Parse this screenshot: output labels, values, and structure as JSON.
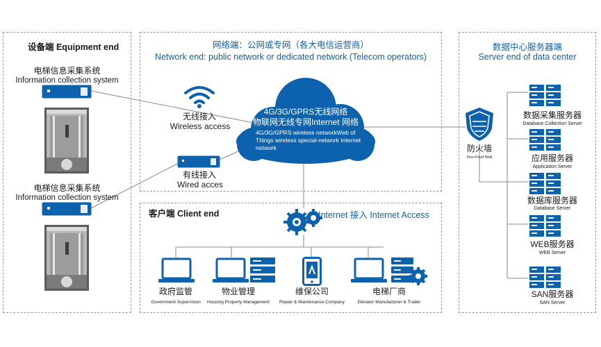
{
  "colors": {
    "primary": "#0d62ad",
    "accent": "#1a7ad0",
    "line": "#8a8a8a",
    "text": "#1a1a1a"
  },
  "equipment": {
    "title": "设备端 Equipment end",
    "system1_zh": "电梯信息采集系统",
    "system1_en": "Information collection system",
    "system2_zh": "电梯信息采集系统",
    "system2_en": "Information collection system"
  },
  "network": {
    "title_zh": "网络端：公网或专网（各大电信运营商）",
    "title_en": "Network end: public network or dedicated network (Telecom operators)",
    "wireless_zh": "无线接入",
    "wireless_en": "Wireless access",
    "wired_zh": "有线接入",
    "wired_en": "Wired acces",
    "cloud_line1": "4G/3G/GPRS无线网络",
    "cloud_line2": "物联网无线专网Internet 网络",
    "cloud_small1": "4G/3G/GPRS wireless networkWeb of",
    "cloud_small2": "Things wireless special-network Internet",
    "cloud_small3": "network"
  },
  "client": {
    "title": "客户端 Client end",
    "internet": "Internet 接入 Internet Access",
    "items": [
      {
        "zh": "政府监管",
        "en": "Government Supervision"
      },
      {
        "zh": "物业管理",
        "en": "Housing Property Management"
      },
      {
        "zh": "维保公司",
        "en": "Repair & Maintenance Company"
      },
      {
        "zh": "电梯厂商",
        "en": "Elevator Manufacturer & Trader"
      }
    ]
  },
  "datacenter": {
    "title_zh": "数据中心服务器端",
    "title_en": "Server end of data center",
    "firewall_zh": "防火墙",
    "firewall_en": "Fire-Proof Wall",
    "servers": [
      {
        "zh": "数据采集服务器",
        "en": "Database Collection Server"
      },
      {
        "zh": "应用服务器",
        "en": "Application Server"
      },
      {
        "zh": "数据库服务器",
        "en": "Database Server"
      },
      {
        "zh": "WEB服务器",
        "en": "WEB Server"
      },
      {
        "zh": "SAN服务器",
        "en": "SAN Server"
      }
    ]
  }
}
